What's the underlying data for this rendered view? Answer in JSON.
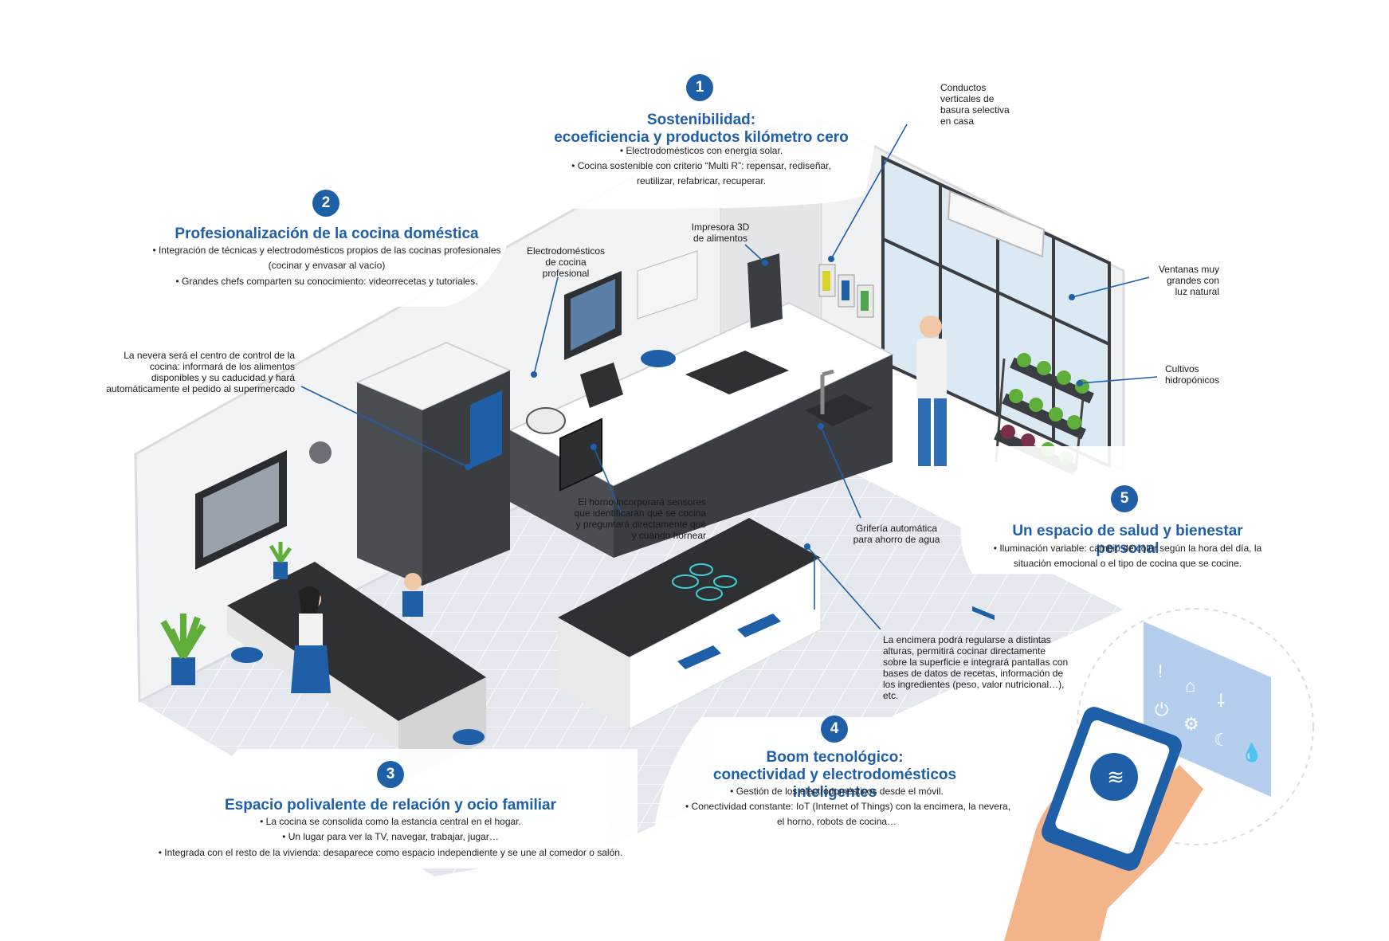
{
  "sections": [
    {
      "number": "1",
      "title_lines": [
        "Sostenibilidad:",
        "ecoeficiencia y productos kilómetro cero"
      ],
      "bullets": [
        "• Electrodomésticos con energía solar.",
        "• Cocina sostenible con criterio “Multi R”: repensar, rediseñar,",
        "reutilizar, refabricar, recuperar."
      ]
    },
    {
      "number": "2",
      "title_lines": [
        "Profesionalización de la cocina doméstica"
      ],
      "bullets": [
        "• Integración de técnicas y electrodomésticos propios de las cocinas profesionales",
        "(cocinar y envasar al vacío)",
        "• Grandes chefs comparten su conocimiento: videorrecetas y tutoriales."
      ]
    },
    {
      "number": "3",
      "title_lines": [
        "Espacio polivalente de relación y ocio familiar"
      ],
      "bullets": [
        "• La cocina se consolida como la estancia central en el hogar.",
        "• Un lugar para ver la TV, navegar, trabajar, jugar…",
        "• Integrada con el resto de la vivienda: desaparece como espacio independiente y se une al comedor o salón."
      ]
    },
    {
      "number": "4",
      "title_lines": [
        "Boom tecnológico:",
        "conectividad y electrodomésticos inteligentes"
      ],
      "bullets": [
        "• Gestión de los electrodomésticos desde el móvil.",
        "• Conectividad constante: IoT (Internet of Things) con la encimera, la nevera,",
        "el horno, robots de cocina…"
      ]
    },
    {
      "number": "5",
      "title_lines": [
        "Un espacio de salud y bienestar personal"
      ],
      "bullets": [
        "• Iluminación variable: cambio de color según la hora del día, la",
        "situación emocional o el tipo de cocina que se cocine."
      ]
    }
  ],
  "callouts": {
    "conductos": [
      "Conductos",
      "verticales de",
      "basura selectiva",
      "en casa"
    ],
    "impresora": [
      "Impresora 3D",
      "de alimentos"
    ],
    "electro": [
      "Electrodomésticos",
      "de cocina",
      "profesional"
    ],
    "ventanas": [
      "Ventanas muy",
      "grandes con",
      "luz natural"
    ],
    "cultivos": [
      "Cultivos",
      "hidropónicos"
    ],
    "nevera": [
      "La nevera será el centro de control de la",
      "cocina: informará de los alimentos",
      "disponibles y su caducidad y hará",
      "automáticamente el pedido al supermercado"
    ],
    "horno": [
      "El horno incorporará sensores",
      "que identificarán qué se cocina",
      "y preguntará directamente qué",
      "y cuándo hornear"
    ],
    "griferia": [
      "Grifería automática",
      "para ahorro de agua"
    ],
    "encimera": [
      "La encimera podrá regularse a distintas",
      "alturas, permitirá cocinar directamente",
      "sobre la superficie e integrará pantallas con",
      "bases de datos de recetas, información de",
      "los ingredientes (peso, valor nutricional…),",
      "etc."
    ]
  },
  "colors": {
    "accent": "#1f5fa8",
    "dark_appliance": "#3a3d42",
    "floor": "#e6e9ee"
  },
  "icons": [
    "wifi-icon",
    "home-icon",
    "power-icon",
    "gear-icon",
    "moon-icon",
    "drop-icon",
    "alert-icon",
    "thermometer-icon"
  ]
}
